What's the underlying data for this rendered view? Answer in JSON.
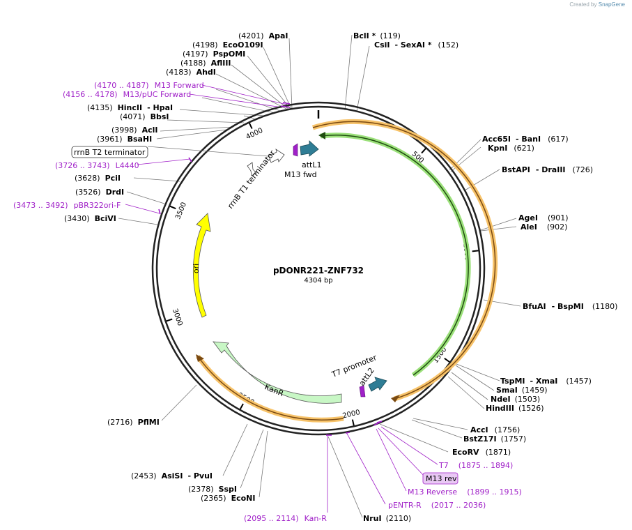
{
  "credit": {
    "prefix": "Created by",
    "brand": "SnapGene"
  },
  "plasmid": {
    "name": "pDONR221-ZNF732",
    "length_label": "4304 bp",
    "length": 4304
  },
  "ring_ticks": [
    {
      "label": "500",
      "pos": 500
    },
    {
      "label": "1000",
      "pos": 1000
    },
    {
      "label": "1500",
      "pos": 1500
    },
    {
      "label": "2000",
      "pos": 2000
    },
    {
      "label": "2500",
      "pos": 2500
    },
    {
      "label": "3000",
      "pos": 3000
    },
    {
      "label": "3500",
      "pos": 3500
    },
    {
      "label": "4000",
      "pos": 4000
    }
  ],
  "sites_right": [
    {
      "a": "BclI *",
      "b": "",
      "num": "(119)",
      "pos": 119
    },
    {
      "a": "CsiI",
      "b": "- SexAI *",
      "num": "(152)",
      "pos": 152
    },
    {
      "a": "Acc65I",
      "b": "- BanI",
      "num": "(617)",
      "pos": 617
    },
    {
      "a": "KpnI",
      "b": "",
      "num": "(621)",
      "pos": 621
    },
    {
      "a": "BstAPI",
      "b": "- DraIII",
      "num": "(726)",
      "pos": 726
    },
    {
      "a": "AgeI",
      "b": "",
      "num": "(901)",
      "pos": 901
    },
    {
      "a": "AleI",
      "b": "",
      "num": "(902)",
      "pos": 902
    },
    {
      "a": "BfuAI",
      "b": "- BspMI",
      "num": "(1180)",
      "pos": 1180
    },
    {
      "a": "TspMI",
      "b": "- XmaI",
      "num": "(1457)",
      "pos": 1457
    },
    {
      "a": "SmaI",
      "b": "",
      "num": "(1459)",
      "pos": 1459
    },
    {
      "a": "NdeI",
      "b": "",
      "num": "(1503)",
      "pos": 1503
    },
    {
      "a": "HindIII",
      "b": "",
      "num": "(1526)",
      "pos": 1526
    },
    {
      "a": "AccI",
      "b": "",
      "num": "(1756)",
      "pos": 1756
    },
    {
      "a": "BstZ17I",
      "b": "",
      "num": "(1757)",
      "pos": 1757
    },
    {
      "a": "EcoRV",
      "b": "",
      "num": "(1871)",
      "pos": 1871
    },
    {
      "a": "NruI",
      "b": "",
      "num": "(2110)",
      "pos": 2110
    }
  ],
  "sites_left": [
    {
      "a": "ApaI",
      "num": "(4201)",
      "pos": 4201
    },
    {
      "a": "EcoO109I",
      "num": "(4198)",
      "pos": 4198
    },
    {
      "a": "PspOMI",
      "num": "(4197)",
      "pos": 4197
    },
    {
      "a": "AflIII",
      "num": "(4188)",
      "pos": 4188
    },
    {
      "a": "AhdI",
      "num": "(4183)",
      "pos": 4183
    },
    {
      "a": "HincII",
      "b": "- HpaI",
      "num": "(4135)",
      "pos": 4135
    },
    {
      "a": "BbsI",
      "num": "(4071)",
      "pos": 4071
    },
    {
      "a": "AclI",
      "num": "(3998)",
      "pos": 3998
    },
    {
      "a": "BsaHI",
      "num": "(3961)",
      "pos": 3961
    },
    {
      "a": "PciI",
      "num": "(3628)",
      "pos": 3628
    },
    {
      "a": "DrdI",
      "num": "(3526)",
      "pos": 3526
    },
    {
      "a": "BciVI",
      "num": "(3430)",
      "pos": 3430
    },
    {
      "a": "PflMI",
      "num": "(2716)",
      "pos": 2716
    },
    {
      "a": "AsiSI",
      "b": "- PvuI",
      "num": "(2453)",
      "pos": 2453
    },
    {
      "a": "SspI",
      "num": "(2378)",
      "pos": 2378
    },
    {
      "a": "EcoNI",
      "num": "(2365)",
      "pos": 2365
    }
  ],
  "primers": [
    {
      "range": "(4170 .. 4187)",
      "name": "M13 Forward"
    },
    {
      "range": "(4156 .. 4178)",
      "name": "M13/pUC Forward"
    },
    {
      "range": "(3726 .. 3743)",
      "name": "L4440"
    },
    {
      "range": "(3473 .. 3492)",
      "name": "pBR322ori-F"
    },
    {
      "range": "(1875 .. 1894)",
      "name": "T7"
    },
    {
      "range": "(1899 .. 1915)",
      "name": "M13 Reverse"
    },
    {
      "range": "(2017 .. 2036)",
      "name": "pENTR-R"
    },
    {
      "range": "(2095 .. 2114)",
      "name": "Kan-R"
    }
  ],
  "boxed_labels": {
    "rrnb_t2": "rrnB T2 terminator",
    "m13rev": "M13 rev"
  },
  "features": {
    "rrnb_t1": "rrnB T1 terminator",
    "m13fwd": "M13 fwd",
    "attl1": "attL1",
    "attl2": "attL2",
    "t7": "T7 promoter",
    "ori": "ori",
    "kanr": "KanR"
  },
  "colors": {
    "ori": "#ffff00",
    "kanr": "#c8f7c5",
    "att": "#2f7d95",
    "primer": "#a020c8",
    "orf_orange": "#f7c36a",
    "orf_green": "#9be07a"
  }
}
